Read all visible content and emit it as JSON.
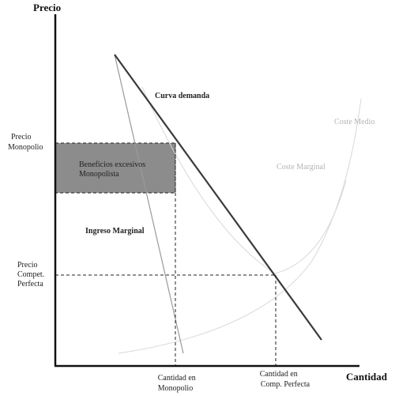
{
  "axes": {
    "y_title": "Precio",
    "x_title": "Cantidad"
  },
  "y_labels": {
    "precio_monopolio": [
      "Precio",
      "Monopolio"
    ],
    "precio_competencia": [
      "Precio",
      "Compet.",
      "Perfecta"
    ]
  },
  "x_labels": {
    "cantidad_monopolio": [
      "Cantidad en",
      "Monopolio"
    ],
    "cantidad_competencia": [
      "Cantidad en",
      "Comp. Perfecta"
    ]
  },
  "curves": {
    "demanda": "Curva demanda",
    "ingreso_marginal": "Ingreso Marginal",
    "coste_marginal": "Coste Marginal",
    "coste_medio": "Coste Medio"
  },
  "area": {
    "beneficios": [
      "Beneficios excesivos",
      "Monopolista"
    ]
  },
  "colors": {
    "axis": "#111111",
    "demand": "#3a3a3a",
    "marginal_revenue": "#9a9a9a",
    "cost_curves": "#d4d4d4",
    "profit_area": "#8c8c8c",
    "guide_lines": "#222222"
  }
}
